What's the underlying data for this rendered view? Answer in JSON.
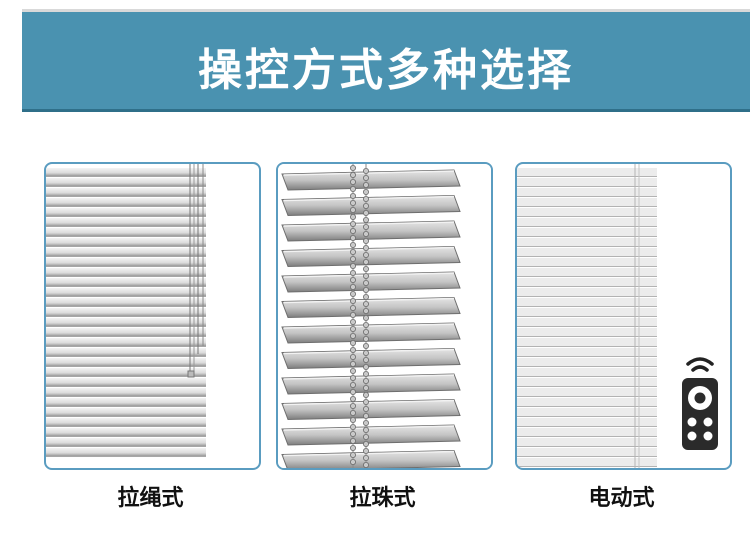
{
  "header": {
    "title": "操控方式多种选择"
  },
  "options": [
    {
      "label": "拉绳式",
      "icon": "cord-blind-illustration"
    },
    {
      "label": "拉珠式",
      "icon": "bead-chain-blind-illustration"
    },
    {
      "label": "电动式",
      "icon": "motorized-blind-illustration"
    }
  ],
  "colors": {
    "banner": "#4a92b0",
    "panel_border": "#5a9cc0"
  }
}
